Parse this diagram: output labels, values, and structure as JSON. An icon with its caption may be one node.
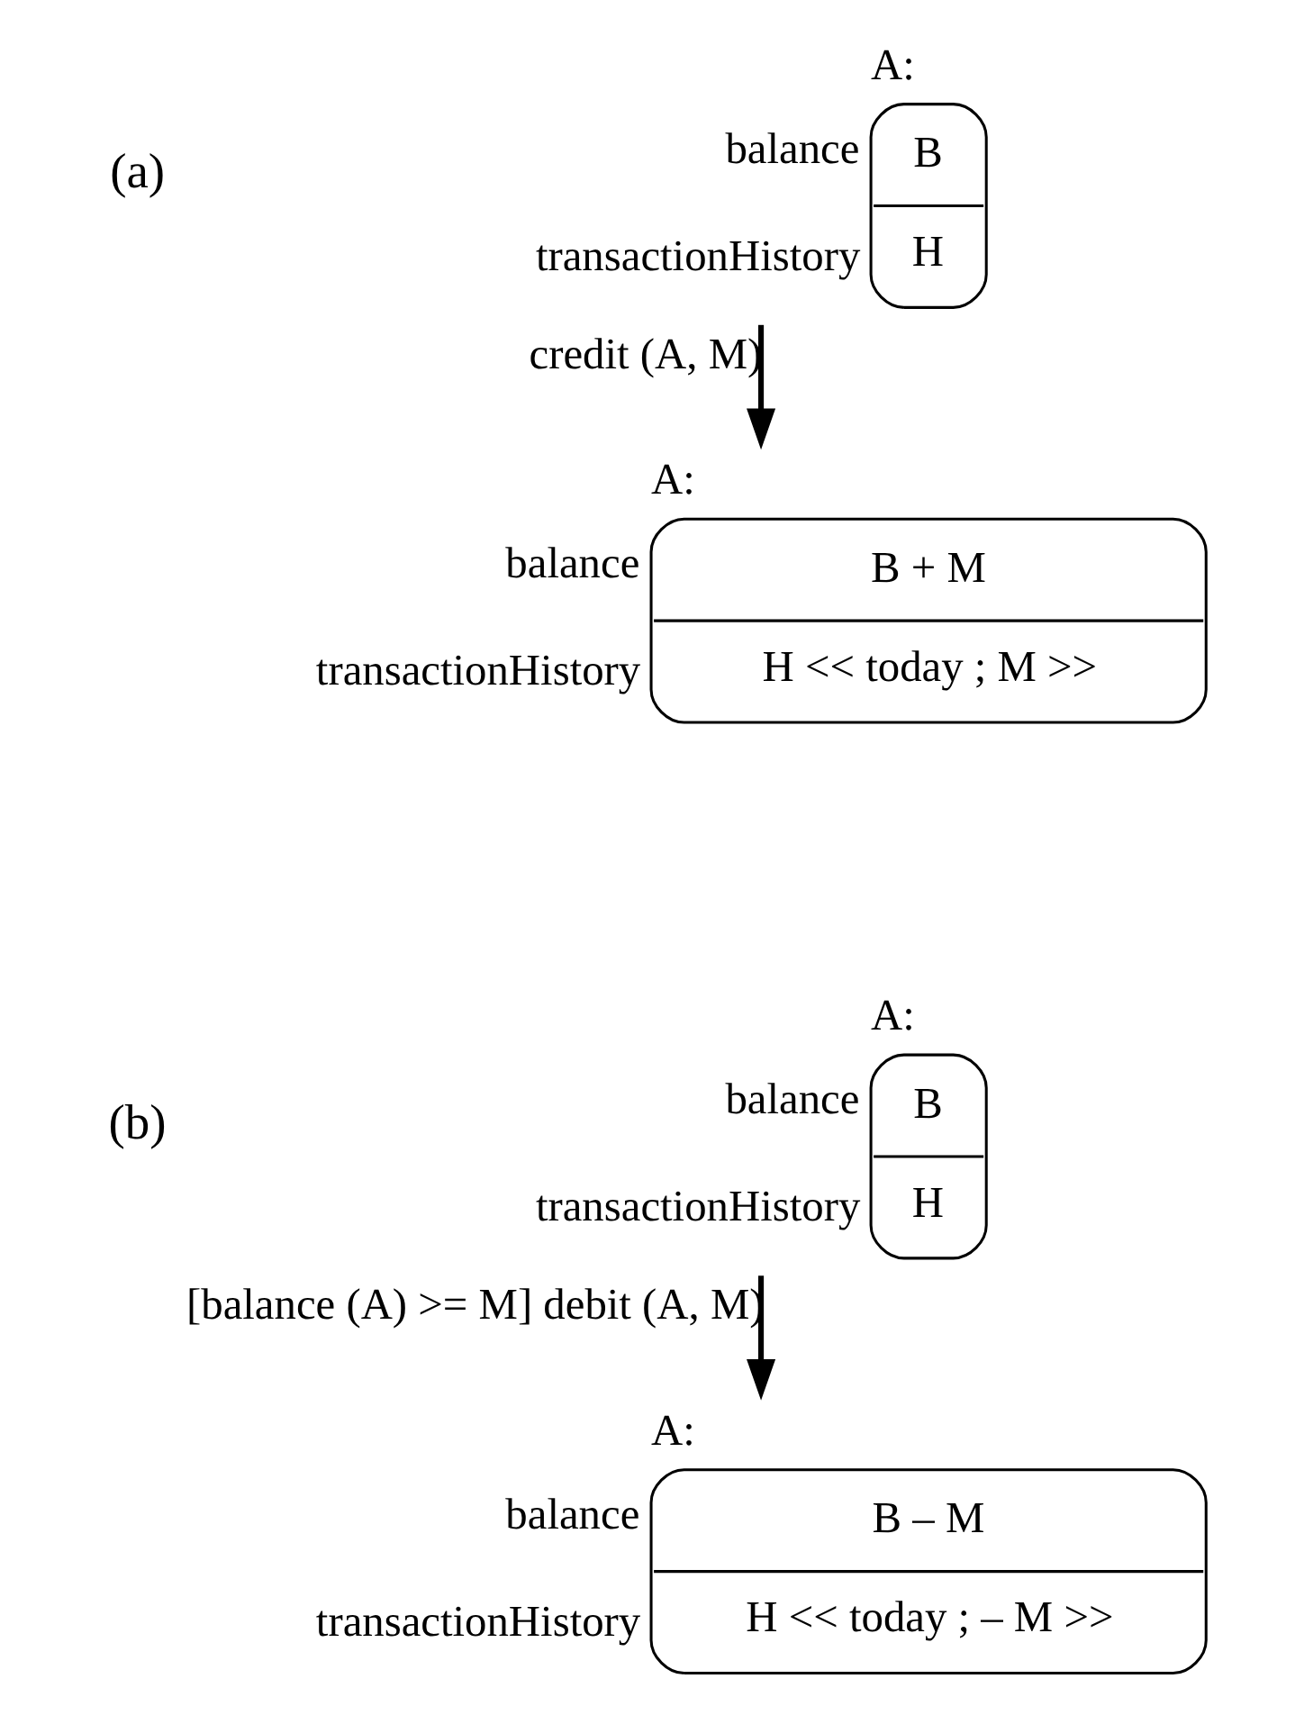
{
  "diagram": {
    "nodes": [
      {
        "text": [
          "A:",
          "B",
          "H"
        ],
        "beside": [
          "balance",
          "transactionHistory"
        ]
      },
      {
        "text": [
          "A:",
          "B + M",
          "H << today ; M >>"
        ],
        "beside": [
          "balance",
          "transactionHistory"
        ]
      },
      {
        "text": [
          "A:",
          "B",
          "H"
        ],
        "beside": [
          "balance",
          "transactionHistory"
        ]
      },
      {
        "text": [
          "A:",
          "B – M",
          "H << today ; – M >>"
        ],
        "beside": [
          "balance",
          "transactionHistory"
        ]
      }
    ],
    "edges": [
      {
        "from": 0,
        "to": 1,
        "arrow": "to",
        "label": "credit (A, M)"
      },
      {
        "from": 2,
        "to": 3,
        "arrow": "to",
        "label": "[balance (A) >= M] debit (A, M)"
      }
    ],
    "labels": [
      "(a)",
      "(b)"
    ]
  }
}
